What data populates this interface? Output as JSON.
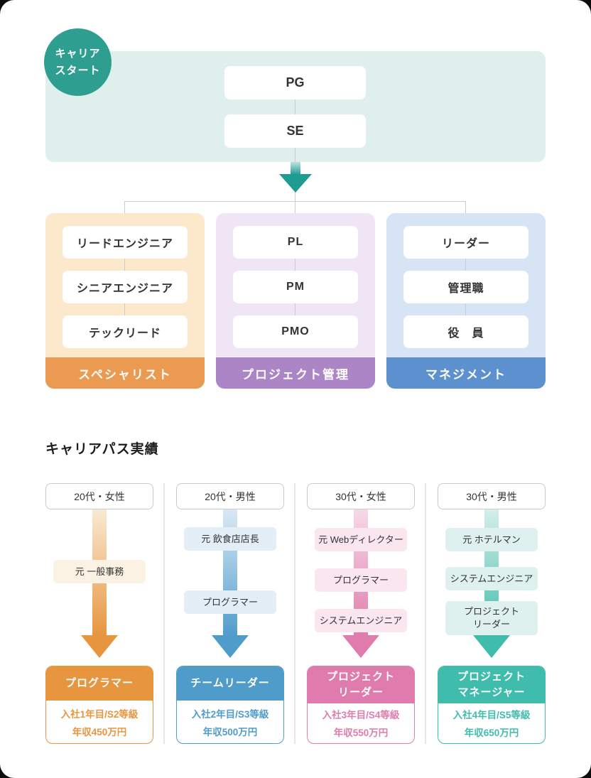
{
  "career_start": {
    "badge_label": "キャリア\nスタート",
    "nodes": [
      {
        "label": "PG"
      },
      {
        "label": "SE"
      }
    ],
    "colors": {
      "badge_bg": "#2E9E90",
      "panel_bg": "#DFF0EC",
      "arrow": "#1E9C94"
    }
  },
  "tracks": [
    {
      "title": "スペシャリスト",
      "items": [
        "リードエンジニア",
        "シニアエンジニア",
        "テックリード"
      ],
      "colors": {
        "bg": "#FCE8CB",
        "band": "#EB9A52"
      }
    },
    {
      "title": "プロジェクト管理",
      "items": [
        "PL",
        "PM",
        "PMO"
      ],
      "colors": {
        "bg": "#EFE5F5",
        "band": "#AC85C6"
      }
    },
    {
      "title": "マネジメント",
      "items": [
        "リーダー",
        "管理職",
        "役　員"
      ],
      "colors": {
        "bg": "#D7E4F5",
        "band": "#5C90CF"
      }
    }
  ],
  "career_results": {
    "title": "キャリアパス実績",
    "paths": [
      {
        "header": "20代・女性",
        "accent": "#E8953F",
        "steps": [
          "元 一般事務"
        ],
        "result": {
          "title": "プログラマー",
          "line1": "入社1年目/S2等級",
          "line2": "年収450万円"
        }
      },
      {
        "header": "20代・男性",
        "accent": "#4F9CCB",
        "steps": [
          "元 飲食店店長",
          "プログラマー"
        ],
        "result": {
          "title": "チームリーダー",
          "line1": "入社2年目/S3等級",
          "line2": "年収500万円"
        }
      },
      {
        "header": "30代・女性",
        "accent": "#E07BAD",
        "steps": [
          "元 Webディレクター",
          "プログラマー",
          "システムエンジニア"
        ],
        "result": {
          "title": "プロジェクト\nリーダー",
          "line1": "入社3年目/S4等級",
          "line2": "年収550万円"
        }
      },
      {
        "header": "30代・男性",
        "accent": "#3FBCAB",
        "steps": [
          "元 ホテルマン",
          "システムエンジニア",
          "プロジェクト\nリーダー"
        ],
        "result": {
          "title": "プロジェクト\nマネージャー",
          "line1": "入社4年目/S5等級",
          "line2": "年収650万円"
        }
      }
    ]
  }
}
